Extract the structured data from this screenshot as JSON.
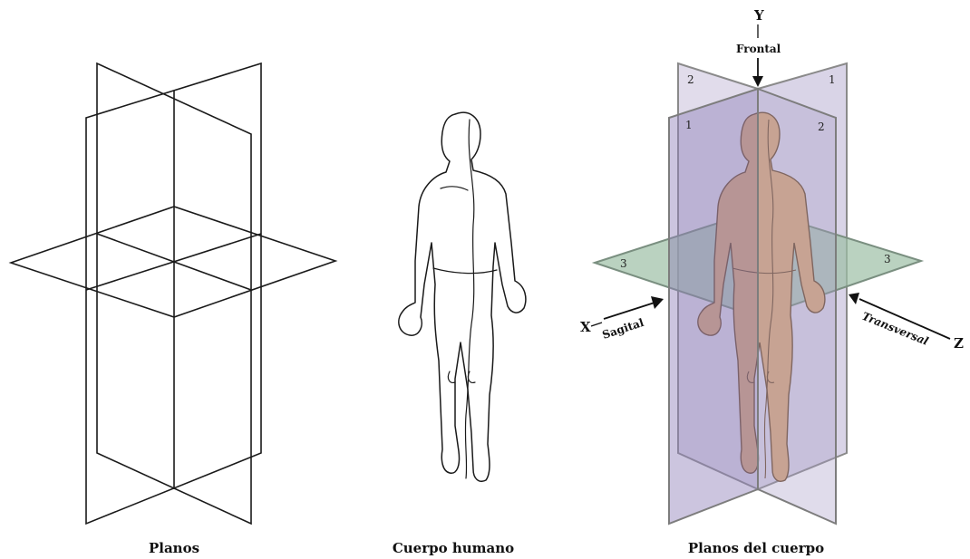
{
  "captions": {
    "planes": "Planos",
    "human_body": "Cuerpo humano",
    "body_planes": "Planos del cuerpo"
  },
  "axes": {
    "y": "Y",
    "x": "X",
    "z": "Z"
  },
  "plane_names": {
    "frontal": "Frontal",
    "sagittal": "Sagital",
    "transverse": "Transversal"
  },
  "plane_numbers": {
    "sagittal_back": "1",
    "sagittal_front": "1",
    "frontal_left": "2",
    "frontal_right": "2",
    "transverse_left": "3",
    "transverse_right": "3"
  },
  "colors": {
    "frontal_plane": "#8e7fb8",
    "sagittal_plane": "#a79ac6",
    "transverse_plane": "#8fb39a",
    "skin": "#d9a878",
    "outline": "#1a1a1a"
  }
}
